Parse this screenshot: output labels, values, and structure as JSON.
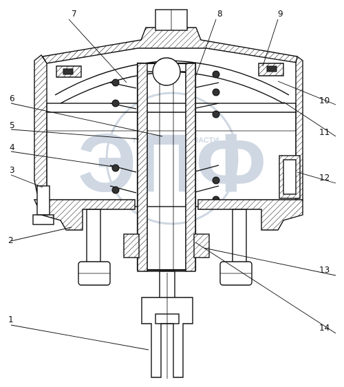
{
  "watermark": {
    "text": "ТЕХНИКА И ЗАПЧАСТИ",
    "big": "ЭПФ"
  },
  "callouts": [
    {
      "label": "1"
    },
    {
      "label": "2"
    },
    {
      "label": "3"
    },
    {
      "label": "4"
    },
    {
      "label": "5"
    },
    {
      "label": "6"
    },
    {
      "label": "7"
    },
    {
      "label": "8"
    },
    {
      "label": "9"
    },
    {
      "label": "10"
    },
    {
      "label": "11"
    },
    {
      "label": "12"
    },
    {
      "label": "13"
    },
    {
      "label": "14"
    }
  ]
}
